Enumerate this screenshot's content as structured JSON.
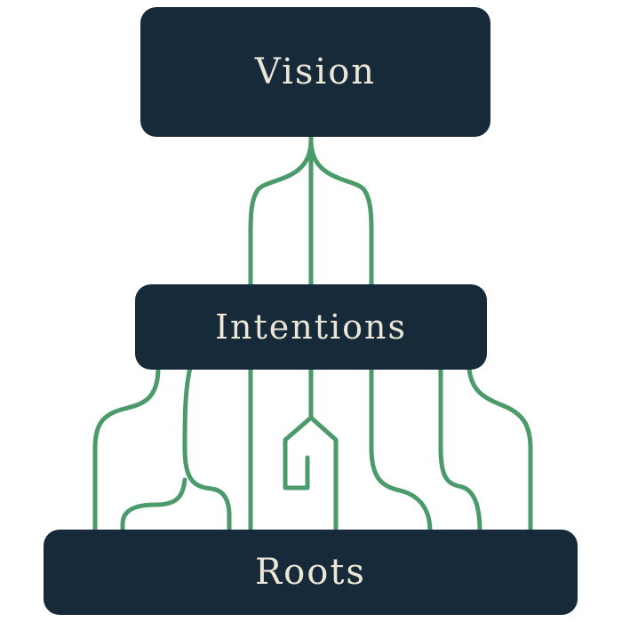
{
  "diagram": {
    "nodes": {
      "vision": {
        "label": "Vision"
      },
      "intentions": {
        "label": "Intentions"
      },
      "roots": {
        "label": "Roots"
      }
    },
    "edges": [
      {
        "from": "vision",
        "to": "intentions"
      },
      {
        "from": "intentions",
        "to": "roots"
      }
    ],
    "colors": {
      "box": "#172a3a",
      "text": "#ece6d6",
      "line": "#4a9a6a"
    }
  }
}
